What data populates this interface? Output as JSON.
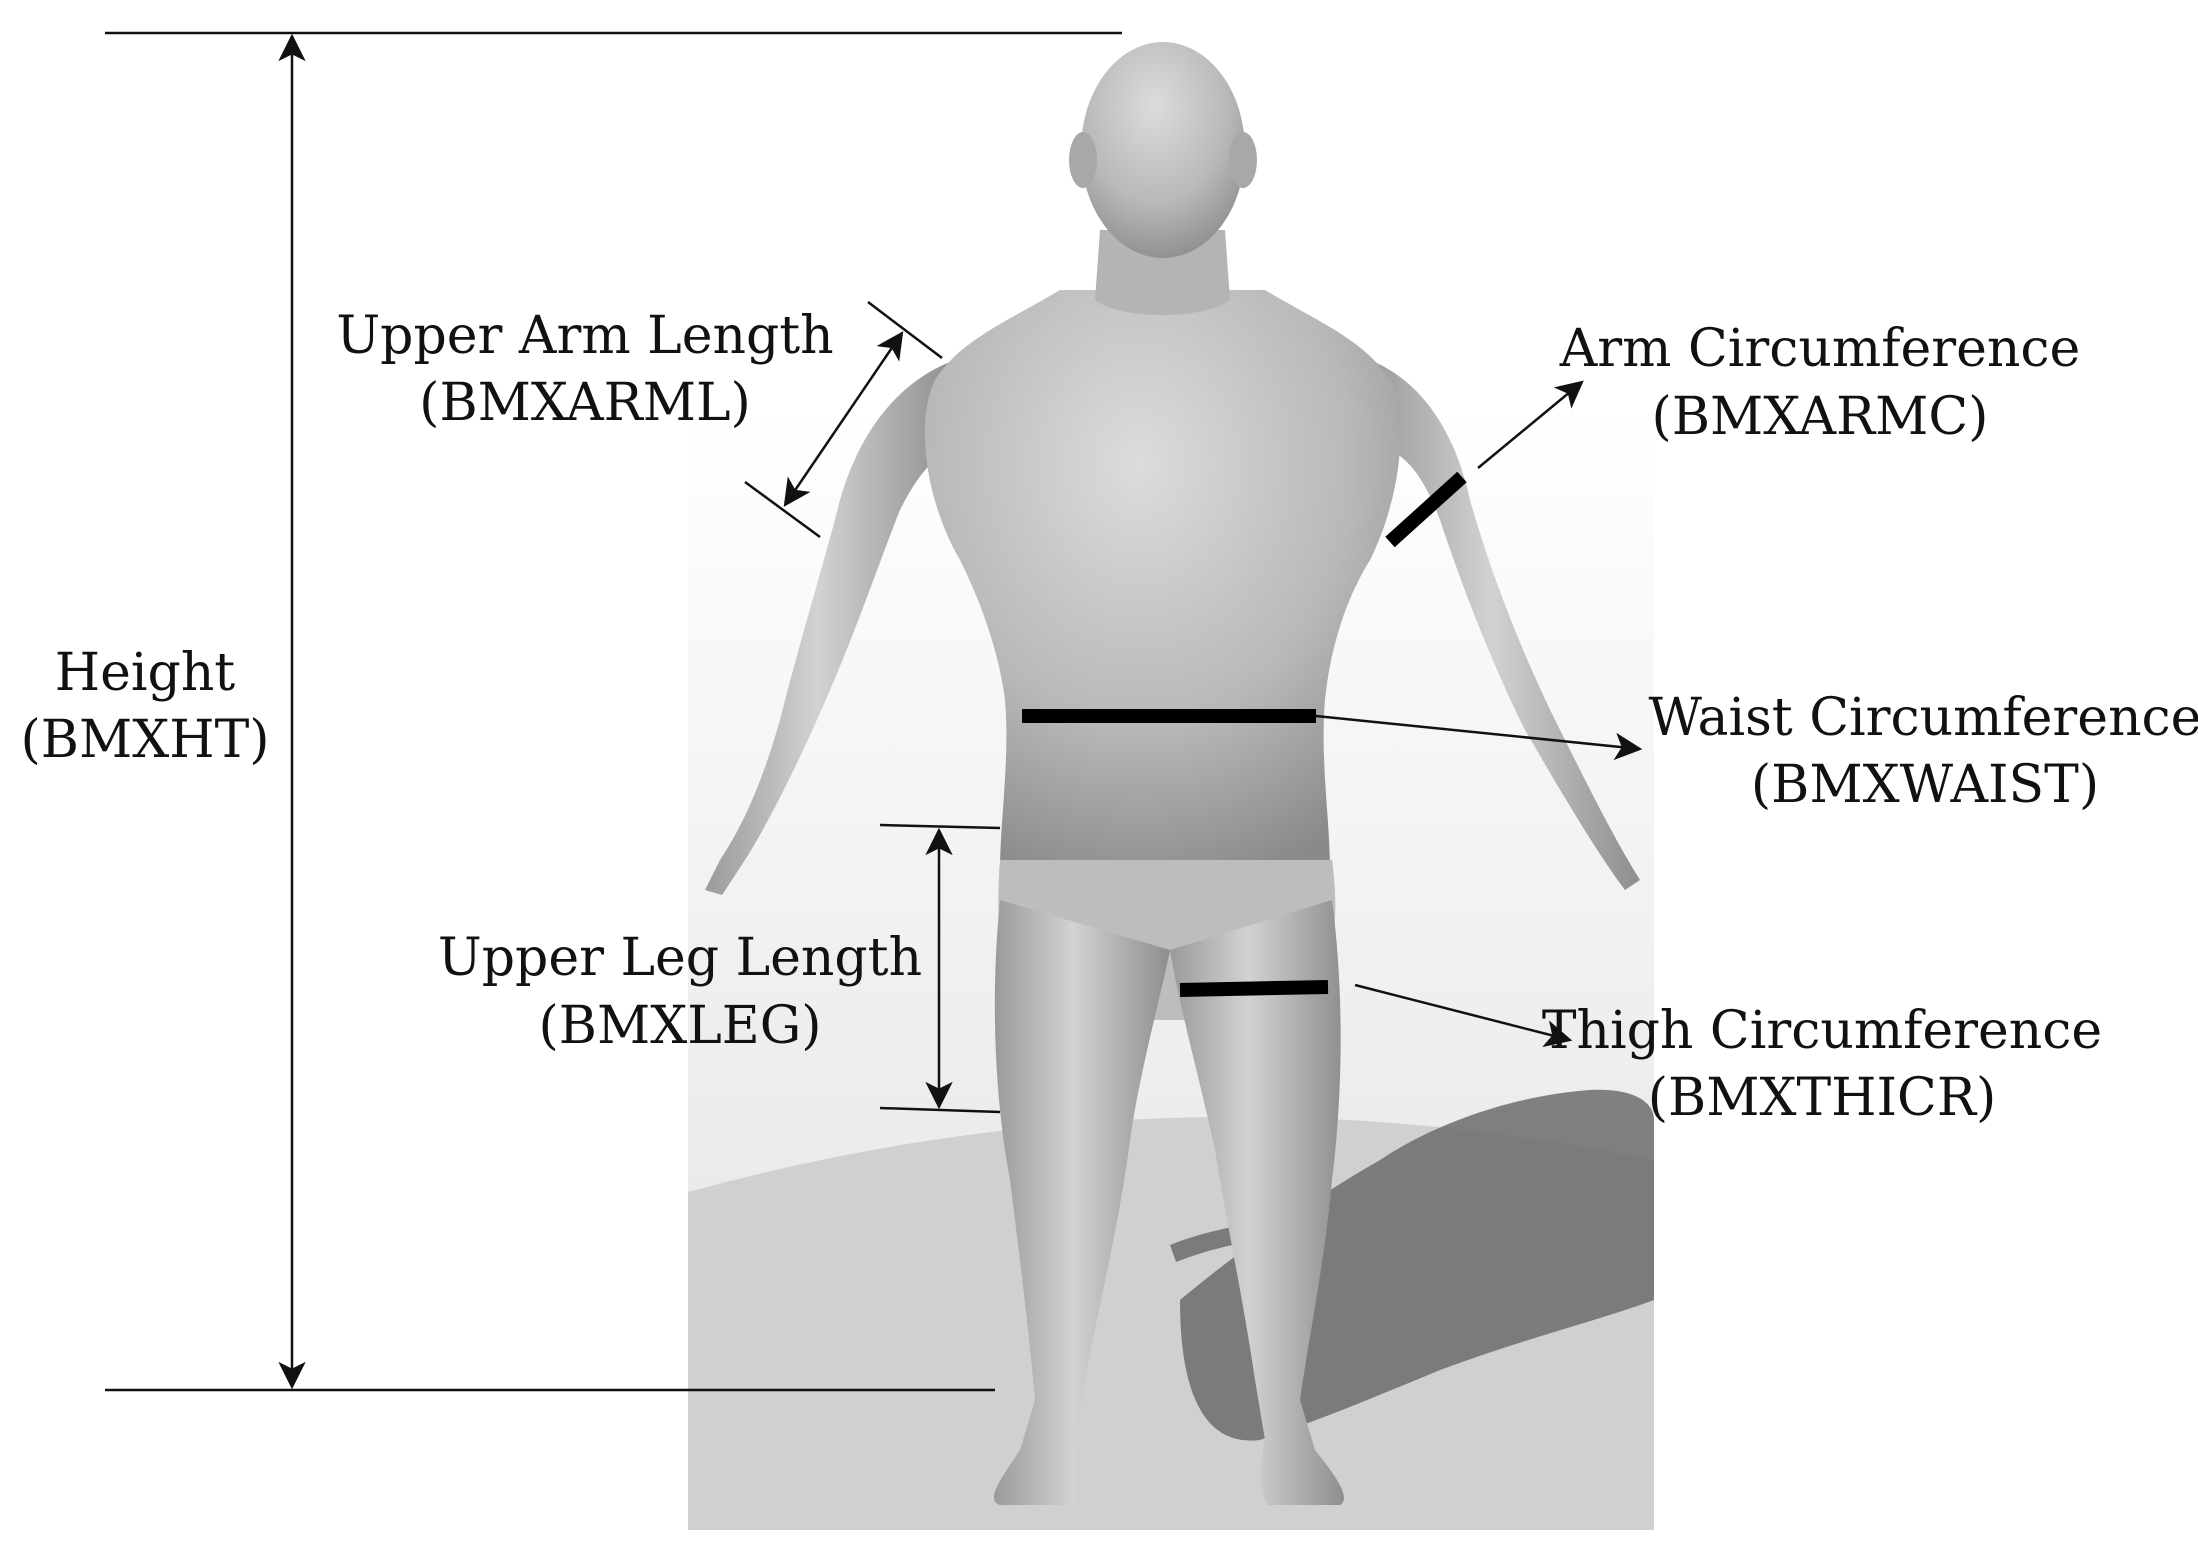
{
  "colors": {
    "ink": "#111111",
    "marker": "#000000",
    "backdrop_top": "#ffffff",
    "backdrop_bottom": "#e6e6e6",
    "floor": "#d2d2d2",
    "shadow": "#6a6a6a",
    "body_light": "#d4d4d4",
    "body_dark": "#8e8e8e"
  },
  "figure": {
    "description_icon": "human-body-model-icon"
  },
  "measurements": {
    "height": {
      "name": "Height",
      "code": "(BMXHT)"
    },
    "upper_arm_length": {
      "name": "Upper Arm Length",
      "code": "(BMXARML)"
    },
    "arm_circumference": {
      "name": "Arm Circumference",
      "code": "(BMXARMC)"
    },
    "waist_circumference": {
      "name": "Waist Circumference",
      "code": "(BMXWAIST)"
    },
    "upper_leg_length": {
      "name": "Upper Leg Length",
      "code": "(BMXLEG)"
    },
    "thigh_circumference": {
      "name": "Thigh Circumference",
      "code": "(BMXTHICR)"
    }
  }
}
